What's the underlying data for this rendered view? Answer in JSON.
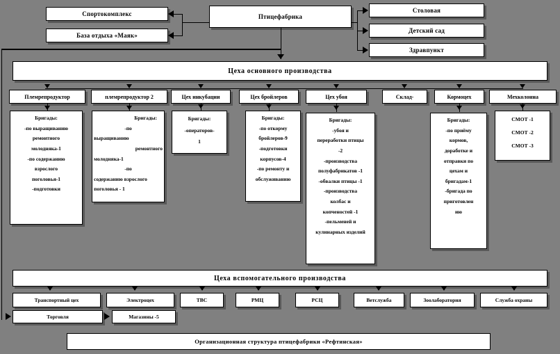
{
  "diagram": {
    "root": {
      "label": "Птицефабрика"
    },
    "left_units": [
      {
        "label": "Спортокомплекс"
      },
      {
        "label": "База отдыха «Маяк»"
      }
    ],
    "right_units": [
      {
        "label": "Столовая"
      },
      {
        "label": "Детский сад"
      },
      {
        "label": "Здравпункт"
      }
    ],
    "main_section": {
      "label": "Цеха  основного   производства"
    },
    "main_departments": [
      {
        "header": "Племрепродуктор",
        "lines": [
          "Бригады:",
          "-по выращиванию",
          "ремонтного",
          "молодняка-1",
          "-по содержанию",
          "взрослого",
          "поголовья-1",
          "-подготовки"
        ]
      },
      {
        "header": "племрепродуктор 2",
        "lines": [
          "Бригады:",
          "-по",
          "выращиванию",
          "ремонтного",
          "молодняка-1",
          "-по",
          "содержанию  взрослого",
          "поголовья - 1"
        ]
      },
      {
        "header": "Цех инкубации",
        "lines": [
          "Бригады:",
          "-операторов-",
          "1"
        ]
      },
      {
        "header": "Цех бройлеров",
        "lines": [
          "Бригады:",
          "-по откорму",
          "бройлеров-9",
          "-подготовки",
          "корпусов-4",
          "-по ремонту и",
          "обслуживанию"
        ]
      },
      {
        "header": "Цех убоя",
        "lines": [
          "Бригады:",
          "-убоя и",
          "переработки птицы",
          "-2",
          "-производства",
          "полуфабрикатов -1",
          "-обвалки птицы -1",
          "-производства",
          "колбас и",
          "копченостей -1",
          "-пельменей и",
          "кулинарных изделий"
        ]
      },
      {
        "header": "Склад-",
        "lines": []
      },
      {
        "header": "Кормоцех",
        "lines": [
          "Бригады:",
          "-по приёму",
          "кормов,",
          "доработке и",
          "отправки по",
          "цехам и",
          "бригадам-1",
          "-бригада по",
          "приготовлен",
          "ию"
        ]
      },
      {
        "header": "Мехколонна",
        "lines": [
          "СМОТ -1",
          "СМОТ -2",
          "СМОТ -3"
        ]
      }
    ],
    "support_section": {
      "label": "Цеха вспомогательного  производства"
    },
    "support_departments": [
      {
        "label": "Транспортный цех"
      },
      {
        "label": "Электроцех"
      },
      {
        "label": "ТВС"
      },
      {
        "label": "РМЦ"
      },
      {
        "label": "РСЦ"
      },
      {
        "label": "Ветслужба"
      },
      {
        "label": "Зоолаборатория"
      },
      {
        "label": "Служба охраны"
      }
    ],
    "trade_chain": [
      {
        "label": "Торговля"
      },
      {
        "label": "Магазины -5"
      }
    ],
    "caption": {
      "label": "Организационная структура птицефабрики «Рефтинская»"
    }
  },
  "colors": {
    "background": "#808080",
    "box_fill": "#ffffff",
    "line": "#000000",
    "shadow": "#595959"
  }
}
